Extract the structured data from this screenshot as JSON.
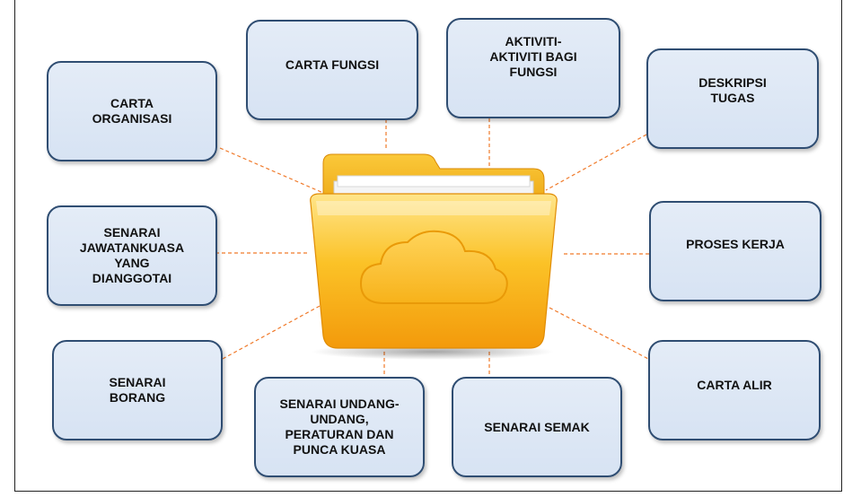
{
  "diagram": {
    "center": {
      "icon": "folder-cloud-icon"
    },
    "nodes": [
      {
        "id": "carta-organisasi",
        "lines": [
          "CARTA",
          "ORGANISASI"
        ]
      },
      {
        "id": "carta-fungsi",
        "lines": [
          "CARTA FUNGSI"
        ]
      },
      {
        "id": "aktiviti-aktiviti",
        "lines": [
          "AKTIVITI-",
          "AKTIVITI BAGI",
          "FUNGSI"
        ]
      },
      {
        "id": "deskripsi-tugas",
        "lines": [
          "DESKRIPSI",
          "TUGAS"
        ]
      },
      {
        "id": "senarai-jawatankuasa",
        "lines": [
          "SENARAI",
          "JAWATANKUASA",
          "YANG",
          "DIANGGOTAI"
        ]
      },
      {
        "id": "proses-kerja",
        "lines": [
          "PROSES KERJA"
        ]
      },
      {
        "id": "senarai-borang",
        "lines": [
          "SENARAI",
          "BORANG"
        ]
      },
      {
        "id": "senarai-undang",
        "lines": [
          "SENARAI UNDANG-",
          "UNDANG,",
          "PERATURAN DAN",
          "PUNCA KUASA"
        ]
      },
      {
        "id": "senarai-semak",
        "lines": [
          "SENARAI SEMAK"
        ]
      },
      {
        "id": "carta-alir",
        "lines": [
          "CARTA ALIR"
        ]
      }
    ],
    "colors": {
      "box_fill": "#dce6f4",
      "box_border": "#2f4d72",
      "connector": "#f07a2a",
      "folder": "#f8b414"
    }
  }
}
